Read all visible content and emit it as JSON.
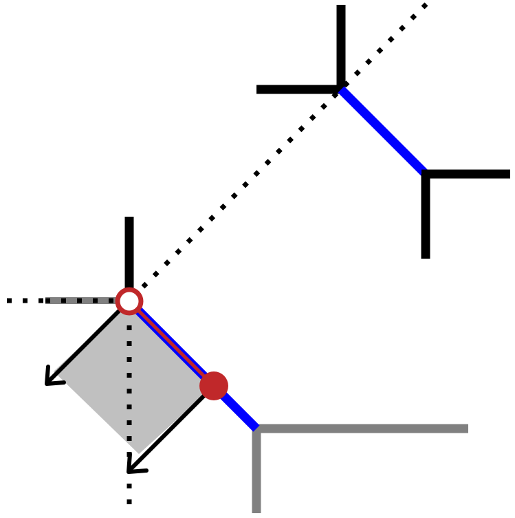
{
  "diagram": {
    "colors": {
      "background": "#ffffff",
      "black": "#000000",
      "gray": "#808080",
      "region_fill": "#c0c0c0",
      "blue": "#0000ff",
      "red": "#c0282a",
      "hollow_fill": "#ffffff"
    },
    "elements": [
      "dotted-diagonal-line",
      "dotted-horizontal-line",
      "dotted-vertical-line",
      "upper-right-junction",
      "middle-right-junction",
      "lower-junction",
      "left-junction",
      "blue-edge-upper",
      "blue-edge-lower",
      "red-segment",
      "shaded-parallelogram",
      "arrow-left",
      "arrow-down",
      "hollow-vertex",
      "filled-vertex"
    ]
  }
}
